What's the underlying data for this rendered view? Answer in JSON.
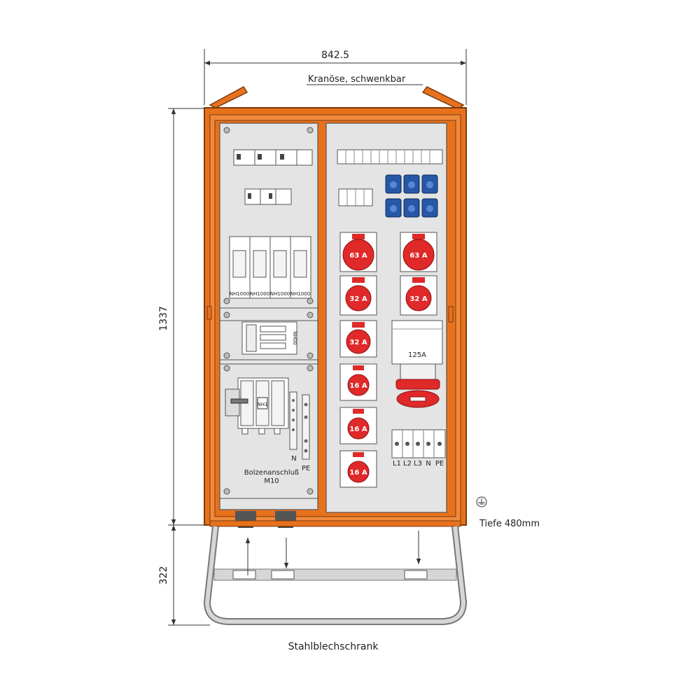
{
  "dimensions": {
    "width": "842.5",
    "height_cabinet": "1337",
    "height_base": "322",
    "depth": "Tiefe 480mm"
  },
  "labels": {
    "crane_eye": "Kranöse, schwenkbar",
    "caption": "Stahlblechschrank",
    "bolt_connection_line1": "Bolzenanschluß",
    "bolt_connection_line2": "M10",
    "n_label": "N",
    "pe_label": "PE",
    "nh_fuse_label": "NH1000",
    "nh00_label": "NH00",
    "nh1_label": "NH1",
    "cee125_label": "125A"
  },
  "sockets": {
    "left_column": [
      "63 A",
      "32 A",
      "32 A",
      "16 A",
      "16 A",
      "16 A"
    ],
    "right_column": [
      "63 A",
      "32 A"
    ]
  },
  "terminals": [
    "L1",
    "L2",
    "L3",
    "N",
    "PE"
  ],
  "colors": {
    "frame": "#e8711c",
    "frame_dark": "#7a3a10",
    "panel": "#e4e4e4",
    "socket_red": "#e02929",
    "schuko_blue": "#2657a8"
  }
}
